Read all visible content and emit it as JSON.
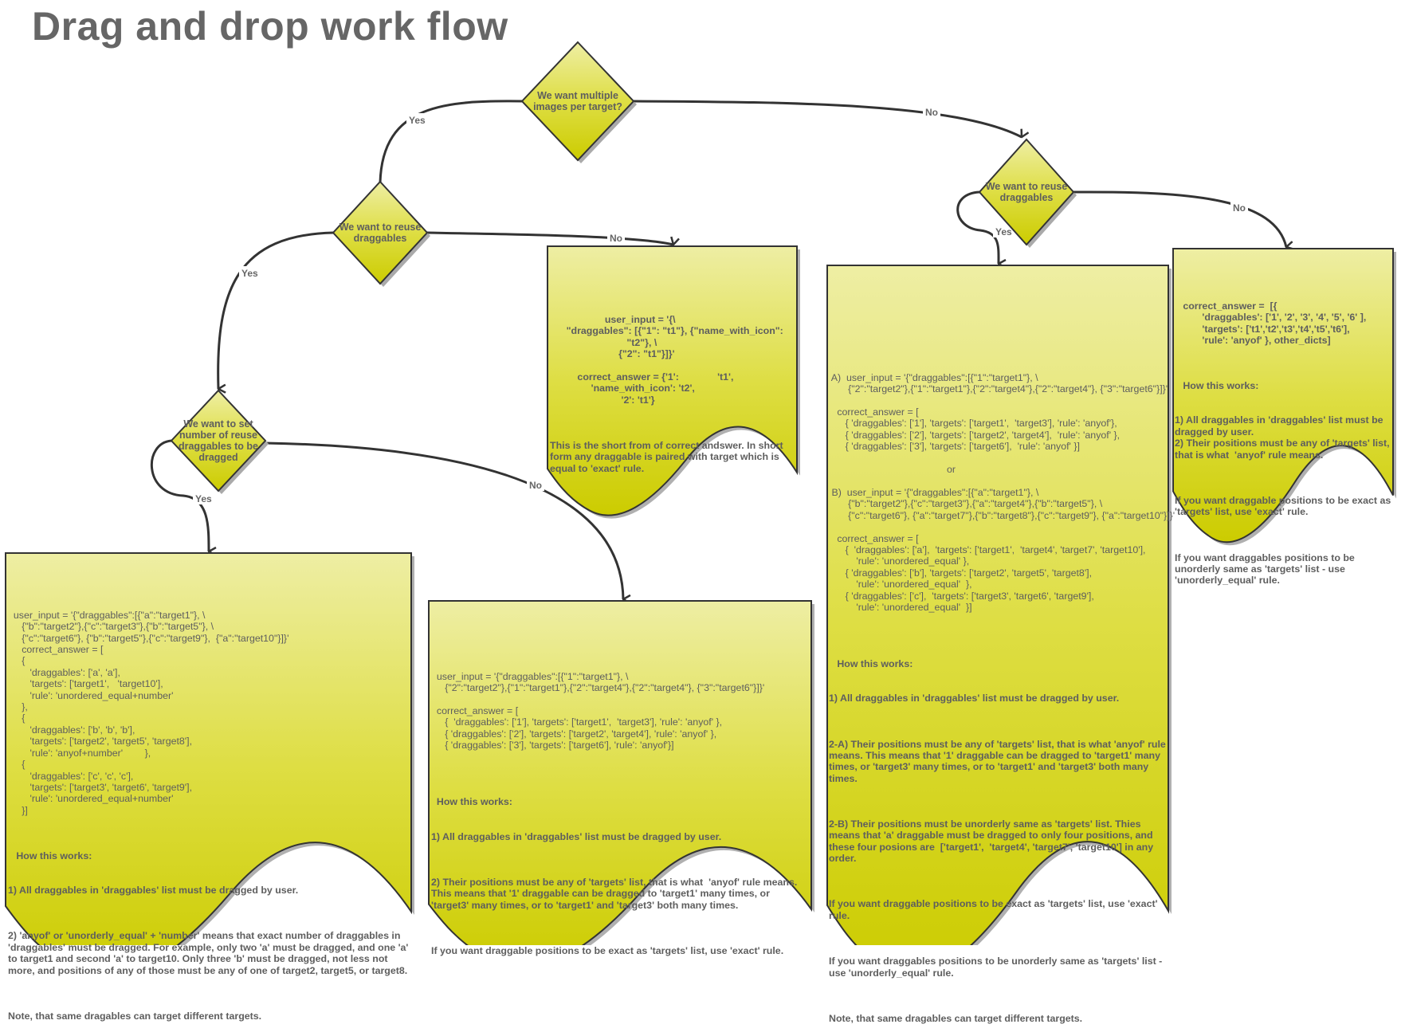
{
  "title": "Drag and drop work flow",
  "colors": {
    "fill_top": "#eeeeaa",
    "fill_bottom": "#cccc00",
    "stroke": "#333333",
    "text": "#666666"
  },
  "decisions": [
    {
      "id": "d1",
      "lines": [
        "We want multiple",
        "images per target?"
      ]
    },
    {
      "id": "d2",
      "lines": [
        "We want to reuse",
        "draggables"
      ]
    },
    {
      "id": "d3",
      "lines": [
        "We want to set",
        "number of reuse",
        "draggables to be",
        "dragged"
      ]
    },
    {
      "id": "d4",
      "lines": [
        "We want to reuse",
        "draggables"
      ]
    }
  ],
  "edge_labels": {
    "yes": "Yes",
    "no": "No"
  },
  "boxes": {
    "short_form": {
      "code": "                    user_input = '{\\\n      \"draggables\": [{\"1\": \"t1\"}, {\"name_with_icon\":\n                            \"t2\"}, \\\n                         {\"2\": \"t1\"}]}'\n\n          correct_answer = {'1':              't1',\n               'name_with_icon': 't2',\n                          '2': 't1'}",
      "desc": "This is the short from of correct andswer. In short form any draggable is paired with target which is equal to 'exact' rule."
    },
    "number": {
      "code": "  user_input = '{\"draggables\":[{\"a\":\"target1\"}, \\\n     {\"b\":\"target2\"},{\"c\":\"target3\"},{\"b\":\"target5\"}, \\\n     {\"c\":\"target6\"}, {\"b\":\"target5\"},{\"c\":\"target9\"},  {\"a\":\"target10\"}]}'\n     correct_answer = [\n     {\n        'draggables': ['a', 'a'],\n        'targets': ['target1',   'target10'],\n        'rule': 'unordered_equal+number'\n     },\n     {\n        'draggables': ['b', 'b', 'b'],\n        'targets': ['target2', 'target5', 'target8'],\n        'rule': 'anyof+number'        },\n     {\n        'draggables': ['c', 'c', 'c'],\n        'targets': ['target3', 'target6', 'target9'],\n        'rule': 'unordered_equal+number'\n     }]",
      "how_title": "   How this works:",
      "points": [
        "1) All draggables in 'draggables' list must be dragged by user.",
        "2) 'anyof' or 'unorderly_equal' + 'number' means that exact number of draggables in 'draggables' must be dragged. For example, only two 'a' must be dragged, and one 'a' to target1 and second 'a' to target10. Only three 'b' must be dragged, not less not more, and positions of any of those must be any of one of target2, target5, or target8.",
        "Note, that same dragables can target different targets."
      ]
    },
    "anyof": {
      "code": "  user_input = '{\"draggables\":[{\"1\":\"target1\"}, \\\n     {\"2\":\"target2\"},{\"1\":\"target1\"},{\"2\":\"target4\"},{\"2\":\"target4\"}, {\"3\":\"target6\"}]}'\n\n  correct_answer = [\n     {  'draggables': ['1'], 'targets': ['target1',  'target3'], 'rule': 'anyof' },\n     { 'draggables': ['2'], 'targets': ['target2', 'target4'], 'rule': 'anyof' },\n     { 'draggables': ['3'], 'targets': ['target6'], 'rule': 'anyof'}]",
      "how_title": "  How this works:",
      "points": [
        "1) All draggables in 'draggables' list must be dragged by user.",
        "2) Their positions must be any of 'targets' list, that is what  'anyof' rule means. This means that '1' draggable can be dragged to 'target1' many times, or 'target3' many times, or to 'target1' and 'target3' both many times.",
        "If you want draggable positions to be exact as 'targets' list, use 'exact' rule."
      ]
    },
    "reuse": {
      "code": " A)  user_input = '{\"draggables\":[{\"1\":\"target1\"}, \\\n       {\"2\":\"target2\"},{\"1\":\"target1\"},{\"2\":\"target4\"},{\"2\":\"target4\"}, {\"3\":\"target6\"}]}'\n\n   correct_answer = [\n      { 'draggables': ['1'], 'targets': ['target1',  'target3'], 'rule': 'anyof'},\n      { 'draggables': ['2'], 'targets': ['target2', 'target4'],  'rule': 'anyof' },\n      { 'draggables': ['3'], 'targets': ['target6'],  'rule': 'anyof' }]\n\n                                           or\n\n B)  user_input = '{\"draggables\":[{\"a\":\"target1\"}, \\\n       {\"b\":\"target2\"},{\"c\":\"target3\"},{\"a\":\"target4\"},{\"b\":\"target5\"}, \\\n       {\"c\":\"target6\"}, {\"a\":\"target7\"},{\"b\":\"target8\"},{\"c\":\"target9\"}, {\"a\":\"target10\"}]}'\n\n   correct_answer = [\n      {  'draggables': ['a'],  'targets': ['target1',  'target4', 'target7', 'target10'],\n          'rule': 'unordered_equal' },\n      { 'draggables': ['b'], 'targets': ['target2', 'target5', 'target8'],\n          'rule': 'unordered_equal'  },\n      { 'draggables': ['c'],  'targets': ['target3', 'target6', 'target9'],\n          'rule': 'unordered_equal'  }]",
      "how_title": "   How this works:",
      "points": [
        "1) All draggables in 'draggables' list must be dragged by user.",
        "2-A) Their positions must be any of 'targets' list, that is what 'anyof' rule means. This means that '1' draggable can be dragged to 'target1' many times, or 'target3' many times, or to 'target1' and 'target3' both many times.",
        "2-B) Their positions must be unorderly same as 'targets' list. Thies means that 'a' draggable must be dragged to only four positions, and these four posions are  ['target1',  'target4', 'target7', 'target10'] in any order.",
        "If you want draggable positions to be exact as 'targets' list, use 'exact' rule.",
        "If you want draggables positions to be unorderly same as 'targets' list - use 'unorderly_equal' rule.",
        "Note, that same dragables can target different targets."
      ]
    },
    "no_reuse": {
      "code": "   correct_answer =  [{\n          'draggables': ['1', '2', '3', '4', '5', '6' ],\n          'targets': ['t1','t2','t3','t4','t5','t6'],\n          'rule': 'anyof' }, other_dicts]",
      "how_title": "   How this works:",
      "points": [
        "1) All draggables in 'draggables' list must be dragged by user.\n2) Their positions must be any of 'targets' list, that is what  'anyof' rule means.",
        "If you want draggable positions to be exact as 'targets' list, use 'exact' rule.",
        "If you want draggables positions to be unorderly same as 'targets' list - use 'unorderly_equal' rule."
      ]
    }
  }
}
